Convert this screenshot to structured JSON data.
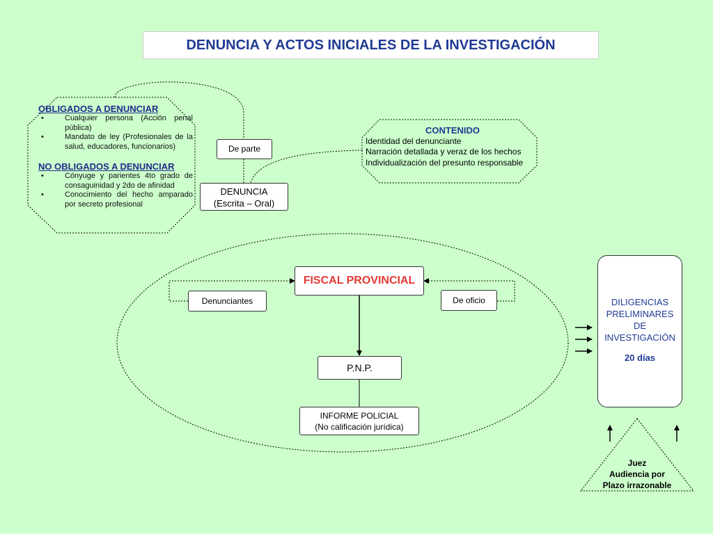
{
  "title": "DENUNCIA Y ACTOS INICIALES DE LA INVESTIGACIÓN",
  "obligados": {
    "heading": "OBLIGADOS A DENUNCIAR",
    "items": [
      "Cualquier persona (Acción penal pública)",
      "Mandato de ley (Profesionales de la salud, educadores, funcionarios)"
    ]
  },
  "no_obligados": {
    "heading": "NO OBLIGADOS A DENUNCIAR",
    "items": [
      "Cónyuge y parientes 4to grado de consaguinidad y 2do de afinidad",
      "Conocimiento del hecho amparado por secreto profesional"
    ]
  },
  "de_parte": "De parte",
  "denuncia": {
    "line1": "DENUNCIA",
    "line2": "(Escrita – Oral)"
  },
  "contenido": {
    "heading": "CONTENIDO",
    "items": [
      "Identidad del denunciante",
      "Narración detallada y veraz de los hechos",
      "Individualización del presunto responsable"
    ]
  },
  "fiscal": "FISCAL PROVINCIAL",
  "denunciantes": "Denunciantes",
  "de_oficio": "De oficio",
  "pnp": "P.N.P.",
  "informe": {
    "line1": "INFORME POLICIAL",
    "line2": "(No calificación jurídica)"
  },
  "diligencias": {
    "line1": "DILIGENCIAS",
    "line2": "PRELIMINARES",
    "line3": "DE",
    "line4": "INVESTIGACIÓN",
    "days": "20 días"
  },
  "juez": {
    "line1": "Juez",
    "line2": "Audiencia por",
    "line3": "Plazo irrazonable"
  },
  "colors": {
    "background": "#ccffcc",
    "title": "#1f3a93",
    "fiscal": "#e53935"
  }
}
